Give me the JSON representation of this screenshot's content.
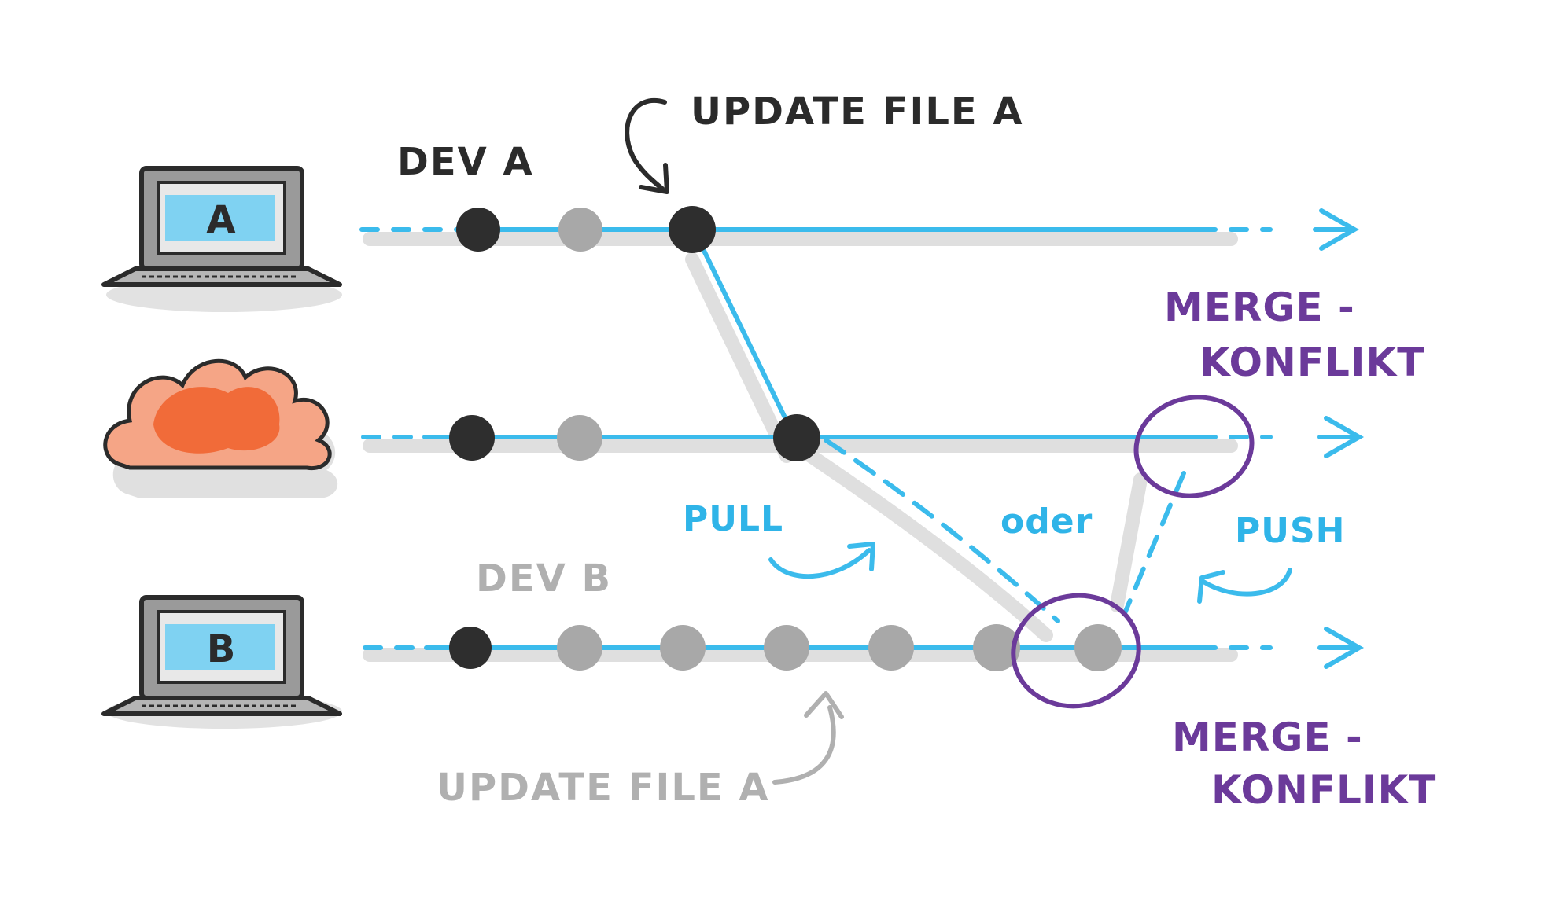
{
  "labels": {
    "dev_a": "DEV A",
    "update_top": "UPDATE FILE A",
    "dev_b": "DEV B",
    "update_bottom": "UPDATE FILE A",
    "pull": "PULL",
    "oder": "oder",
    "push": "PUSH",
    "merge_top_1": "MERGE -",
    "merge_top_2": "KONFLIKT",
    "merge_bottom_1": "MERGE -",
    "merge_bottom_2": "KONFLIKT",
    "laptop_a": "A",
    "laptop_b": "B"
  },
  "colors": {
    "timeline": "#3bbbec",
    "commit_dark": "#2e2e2e",
    "commit_light": "#a8a8a8",
    "conflict": "#6b3a9a",
    "cloud": "#f2693d",
    "shadow": "#d8d8d8"
  },
  "timelines": [
    {
      "name": "dev-a",
      "commits": [
        "dark",
        "light",
        "dark"
      ]
    },
    {
      "name": "remote",
      "commits": [
        "dark",
        "light",
        "dark"
      ]
    },
    {
      "name": "dev-b",
      "commits": [
        "dark",
        "light",
        "light",
        "light",
        "light",
        "light",
        "light"
      ]
    }
  ],
  "icons": {
    "laptop_a": "laptop-icon",
    "cloud": "cloud-icon",
    "laptop_b": "laptop-icon"
  }
}
